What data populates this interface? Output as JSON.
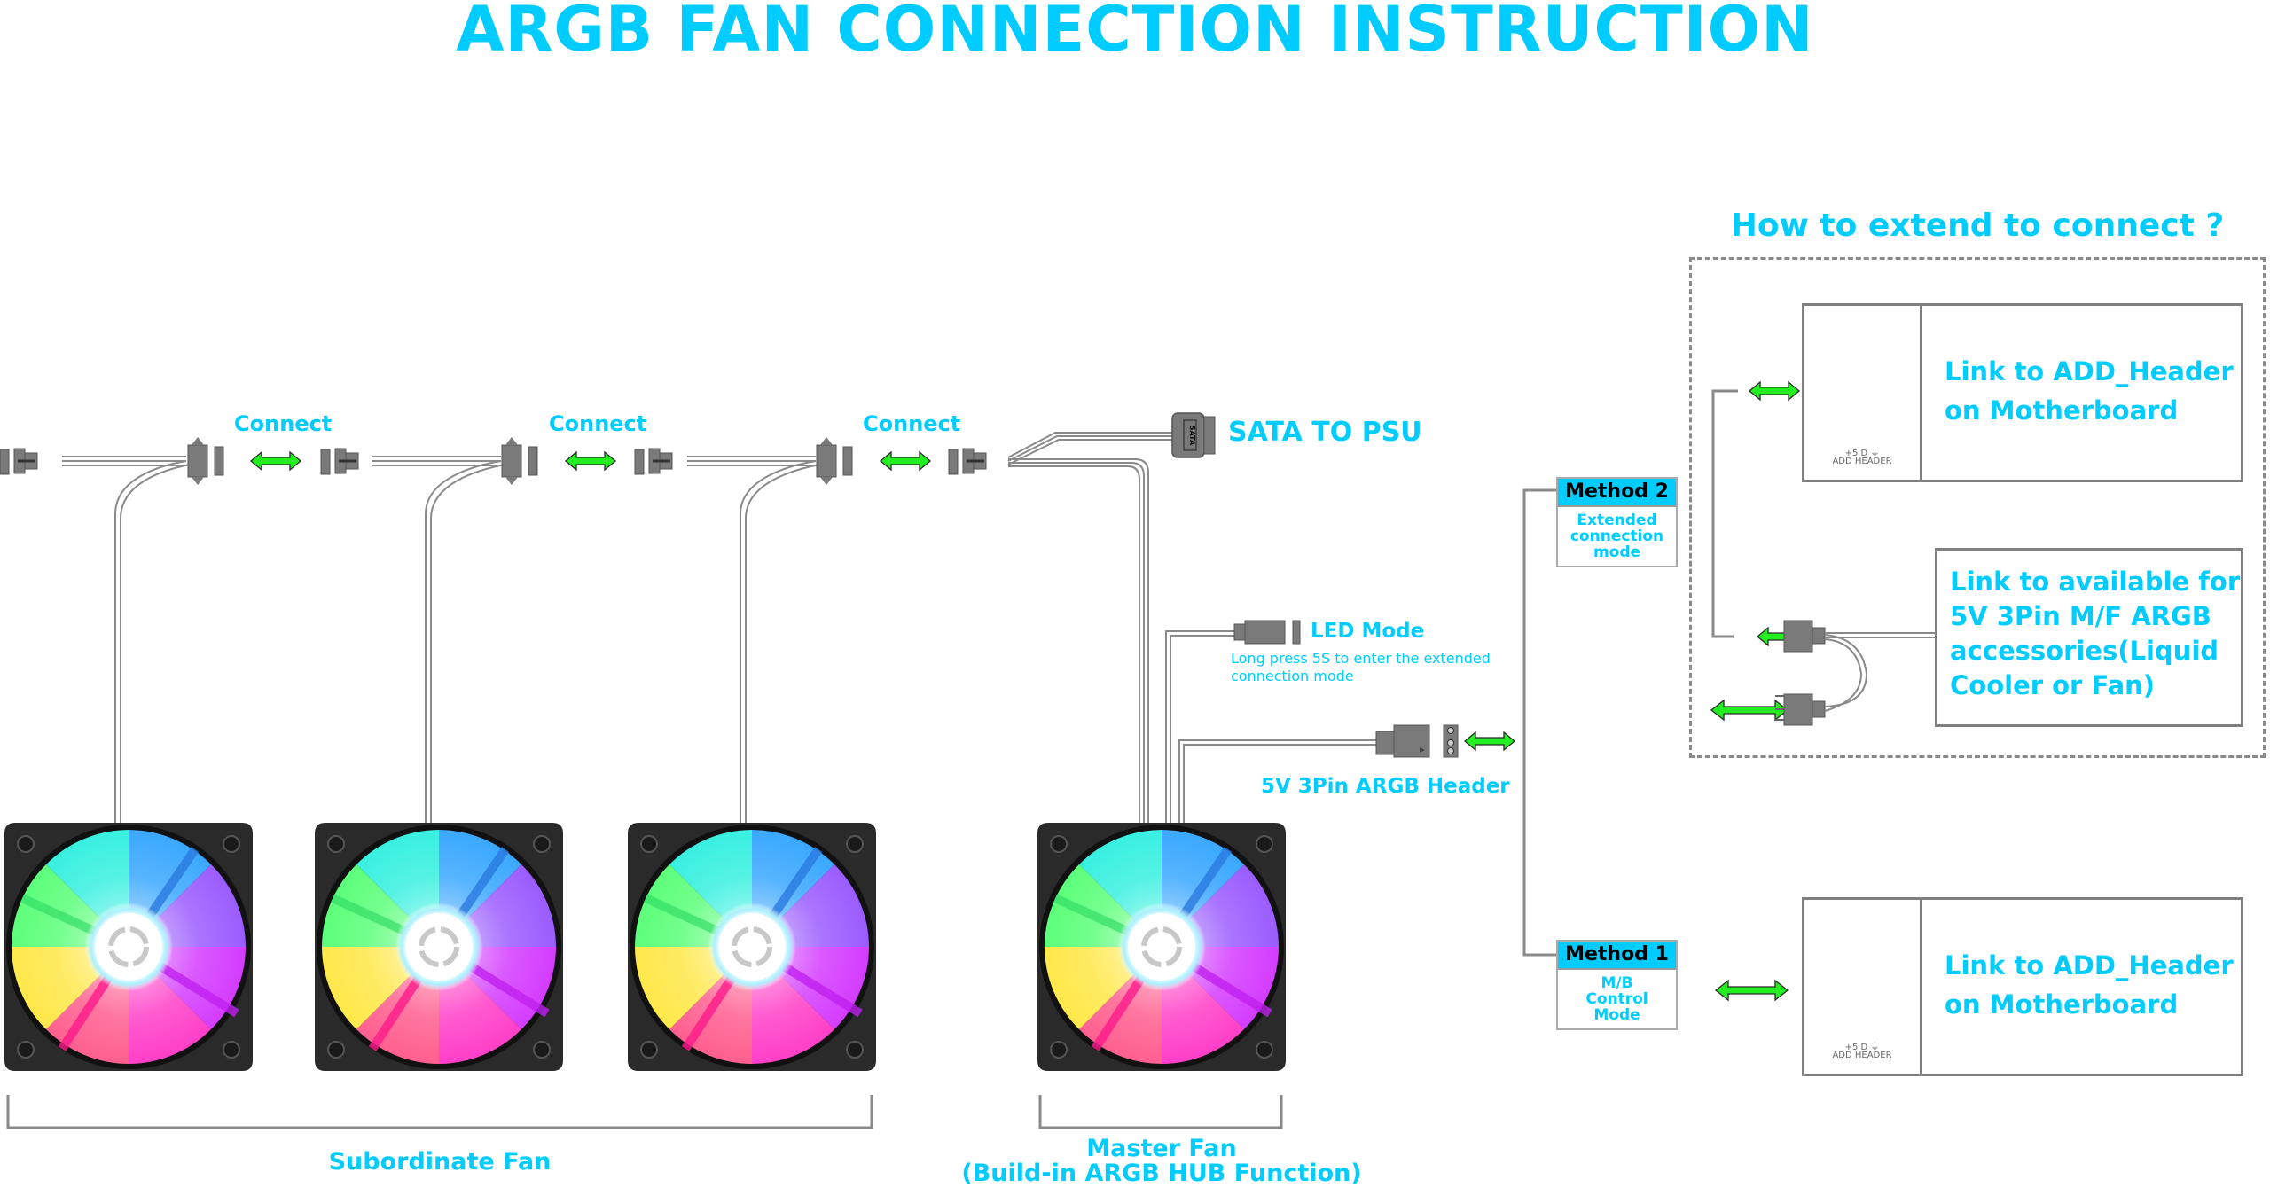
{
  "title": "ARGB FAN CONNECTION INSTRUCTION",
  "colors": {
    "accent": "#00CCFF",
    "arrow": "#22EE22",
    "cable": "#808080",
    "connector": "#7a7a7a",
    "method_header": "#00CCFF"
  },
  "chain": {
    "connect_labels": [
      "Connect",
      "Connect",
      "Connect"
    ],
    "sata_label": "SATA TO PSU",
    "sata_connector_text": "SATA"
  },
  "master_outputs": {
    "led_mode_label": "LED Mode",
    "led_mode_note_line1": "Long press 5S to enter the extended",
    "led_mode_note_line2": "connection mode",
    "argb_header_label": "5V 3Pin ARGB Header"
  },
  "methods": [
    {
      "header": "Method 2",
      "body": [
        "Extended",
        "connection",
        "mode"
      ]
    },
    {
      "header": "Method 1",
      "body": [
        "M/B",
        "Control",
        "Mode"
      ]
    }
  ],
  "extend": {
    "heading": "How to extend to connect ?",
    "link_add_header": {
      "lines": [
        "Link to ADD_Header",
        "on Motherboard"
      ],
      "pin_labels": "+5  D  ⏚",
      "caption": "ADD HEADER"
    },
    "link_accessories": {
      "lines": [
        "Link to available for",
        "5V 3Pin M/F ARGB",
        "accessories(Liquid",
        "Cooler or Fan)"
      ]
    }
  },
  "method1_link": {
    "lines": [
      "Link to ADD_Header",
      "on Motherboard"
    ],
    "pin_labels": "+5  D  ⏚",
    "caption": "ADD HEADER"
  },
  "fans": [
    {
      "role": "subordinate"
    },
    {
      "role": "subordinate"
    },
    {
      "role": "subordinate"
    },
    {
      "role": "master"
    }
  ],
  "bottom_labels": {
    "subordinate": "Subordinate Fan",
    "master_line1": "Master Fan",
    "master_line2": "(Build-in ARGB HUB Function)"
  }
}
